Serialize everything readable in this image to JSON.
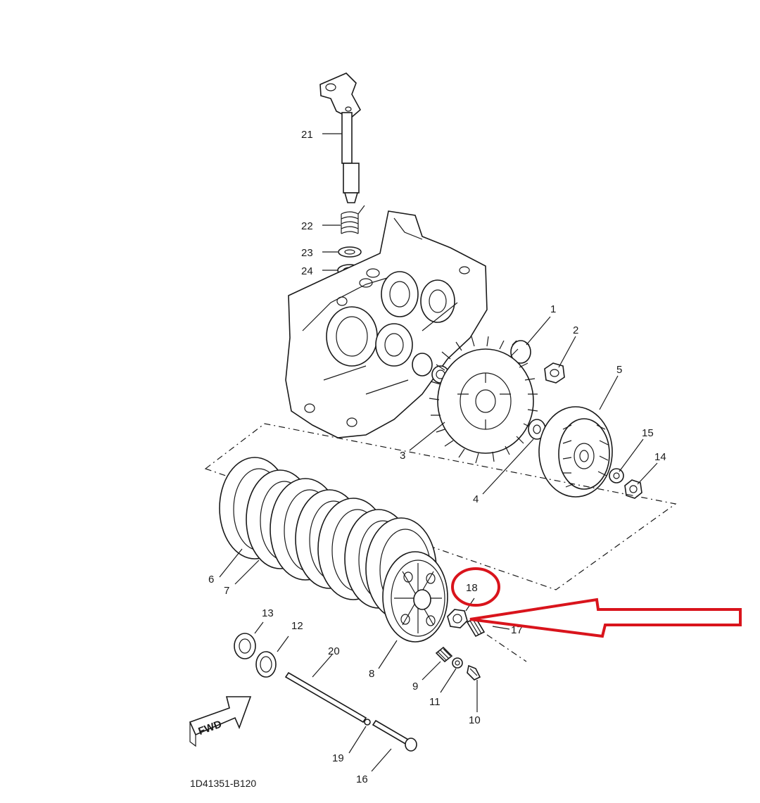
{
  "diagram": {
    "part_labels": [
      "1",
      "2",
      "3",
      "4",
      "5",
      "6",
      "7",
      "8",
      "9",
      "10",
      "11",
      "12",
      "13",
      "14",
      "15",
      "16",
      "17",
      "18",
      "19",
      "20",
      "21",
      "22",
      "23",
      "24"
    ],
    "direction_label": "FWD",
    "diagram_code": "1D41351-B120",
    "highlighted_part": "18",
    "colors": {
      "line": "#1a1a1a",
      "highlight": "#d9141c",
      "background": "#ffffff"
    }
  }
}
